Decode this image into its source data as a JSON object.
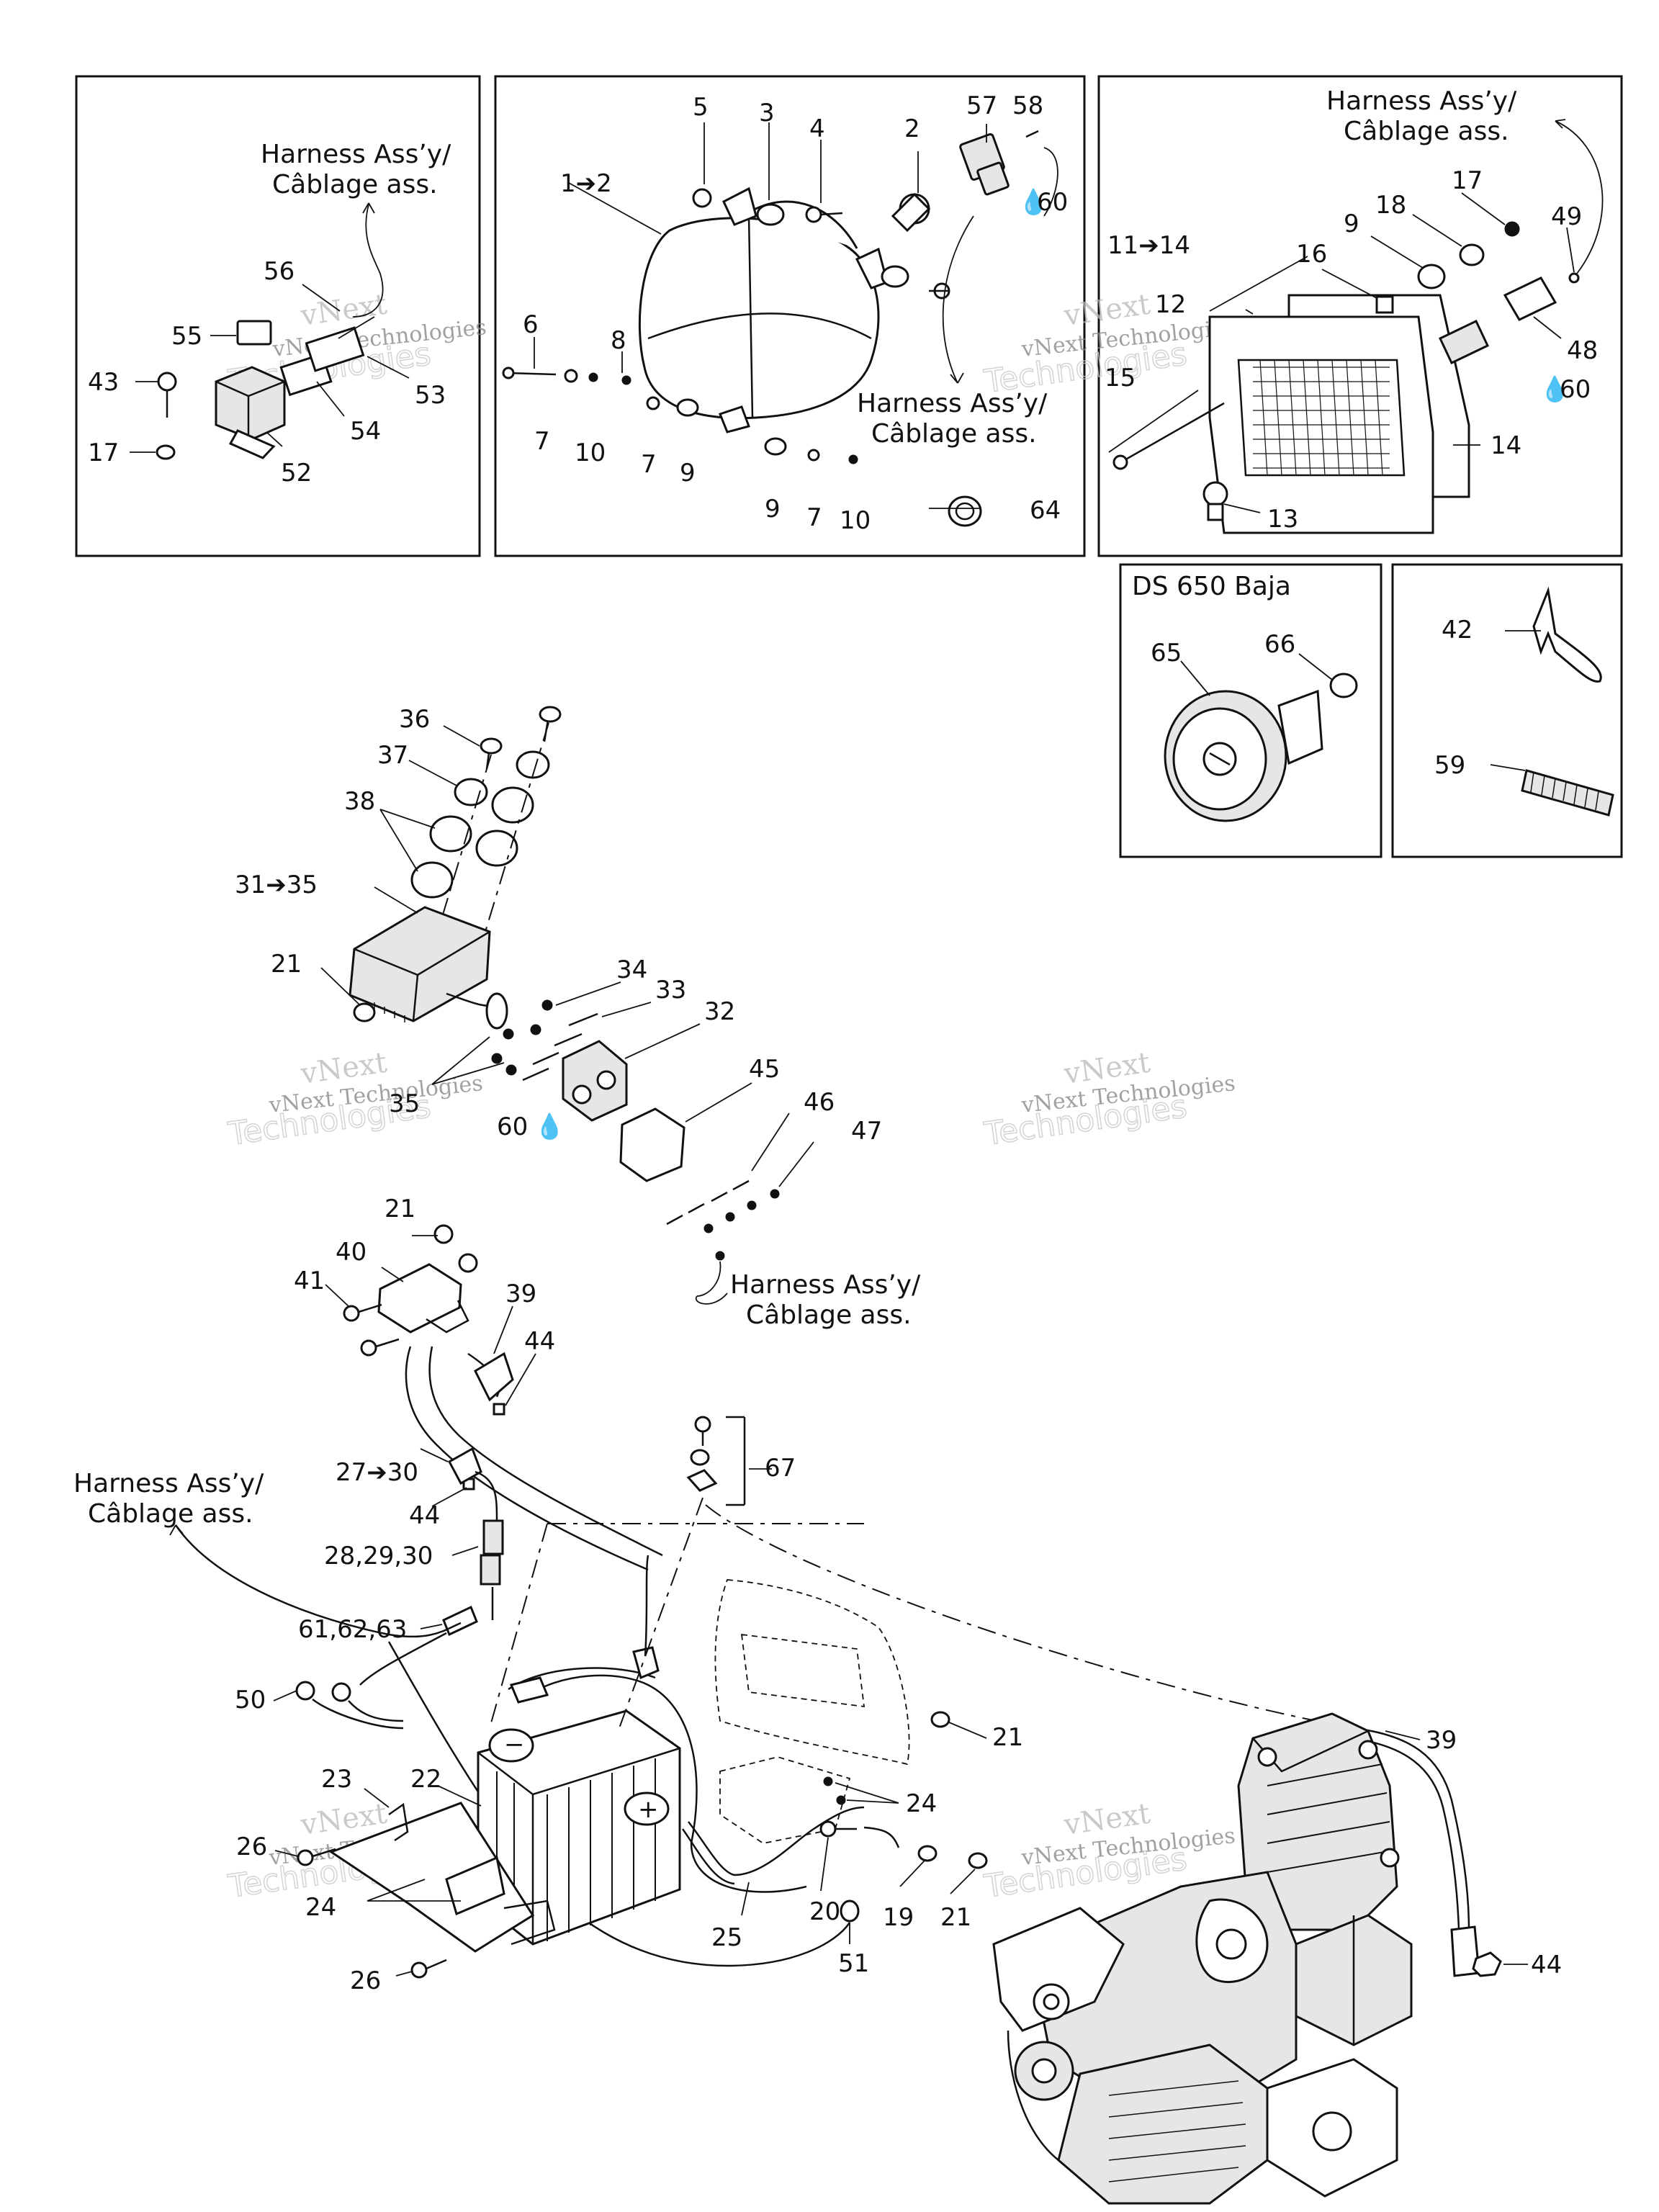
{
  "harness_label": [
    "Harness Ass’y/",
    "Câblage ass."
  ],
  "model_label": "DS 650 Baja",
  "oil_symbol": "💧",
  "watermark": {
    "line1": "vNext",
    "line2": "vNext Technologies",
    "line3": "Technologies"
  },
  "parts": {
    "p1": "1➔2",
    "p2": "2",
    "p3": "3",
    "p4": "4",
    "p5": "5",
    "p6": "6",
    "p7": "7",
    "p8": "8",
    "p9": "9",
    "p10": "10",
    "p11": "11➔14",
    "p12": "12",
    "p13": "13",
    "p14": "14",
    "p15": "15",
    "p16": "16",
    "p17": "17",
    "p18": "18",
    "p19": "19",
    "p20": "20",
    "p21": "21",
    "p22": "22",
    "p23": "23",
    "p24": "24",
    "p25": "25",
    "p26": "26",
    "p27": "27➔30",
    "p28": "28,29,30",
    "p31": "31➔35",
    "p32": "32",
    "p33": "33",
    "p34": "34",
    "p35": "35",
    "p36": "36",
    "p37": "37",
    "p38": "38",
    "p39": "39",
    "p40": "40",
    "p41": "41",
    "p42": "42",
    "p43": "43",
    "p44": "44",
    "p45": "45",
    "p46": "46",
    "p47": "47",
    "p48": "48",
    "p49": "49",
    "p50": "50",
    "p51": "51",
    "p52": "52",
    "p53": "53",
    "p54": "54",
    "p55": "55",
    "p56": "56",
    "p57": "57",
    "p58": "58",
    "p59": "59",
    "p60": "60",
    "p61": "61,62,63",
    "p64": "64",
    "p65": "65",
    "p66": "66",
    "p67": "67"
  }
}
